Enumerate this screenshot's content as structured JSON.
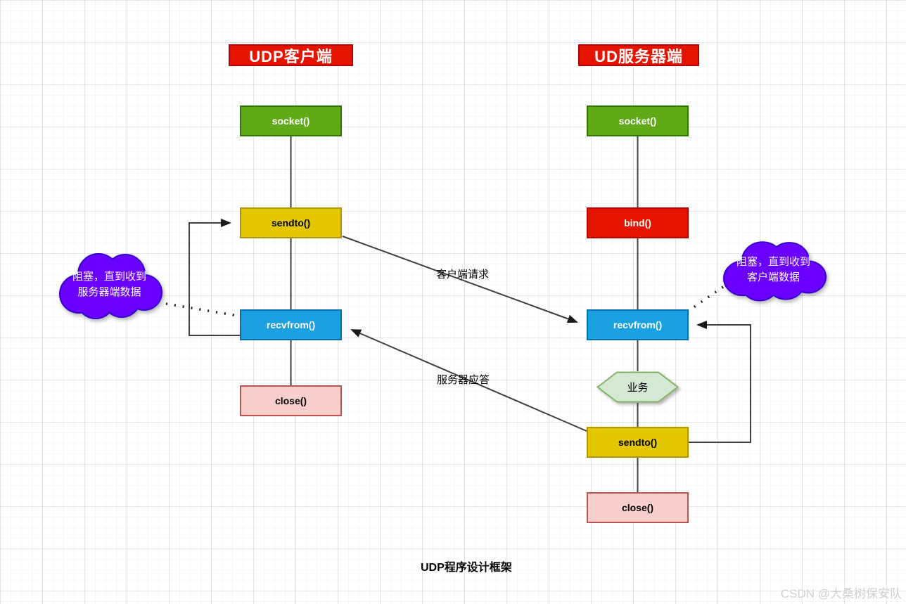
{
  "titles": {
    "client": "UDP客户端",
    "server": "UD服务器端"
  },
  "nodes": {
    "client": {
      "socket": {
        "label": "socket()"
      },
      "sendto": {
        "label": "sendto()"
      },
      "recvfrom": {
        "label": "recvfrom()"
      },
      "close": {
        "label": "close()"
      }
    },
    "server": {
      "socket": {
        "label": "socket()"
      },
      "bind": {
        "label": "bind()"
      },
      "recvfrom": {
        "label": "recvfrom()"
      },
      "business": {
        "label": "业务"
      },
      "sendto": {
        "label": "sendto()"
      },
      "close": {
        "label": "close()"
      }
    }
  },
  "clouds": {
    "left": {
      "line1": "阻塞，直到收到",
      "line2": "服务器端数据"
    },
    "right": {
      "line1": "阻塞，直到收到",
      "line2": "客户端数据"
    }
  },
  "edge_labels": {
    "request": "客户端请求",
    "reply": "服务器应答"
  },
  "caption": "UDP程序设计框架",
  "watermark": "CSDN @大桑树保安队",
  "colors": {
    "green": "#60a917",
    "green_border": "#2d7600",
    "red": "#e51400",
    "red_border": "#b20000",
    "yellow": "#e3c800",
    "yellow_border": "#b09500",
    "blue": "#1ba1e2",
    "blue_border": "#006eaf",
    "pink": "#f8cecc",
    "pink_border": "#b85450",
    "hex_fill": "#d5e8d4",
    "hex_border": "#82b366",
    "cloud_fill": "#6a00ff",
    "cloud_border": "#3700cc",
    "connector": "#3f3f3f"
  }
}
